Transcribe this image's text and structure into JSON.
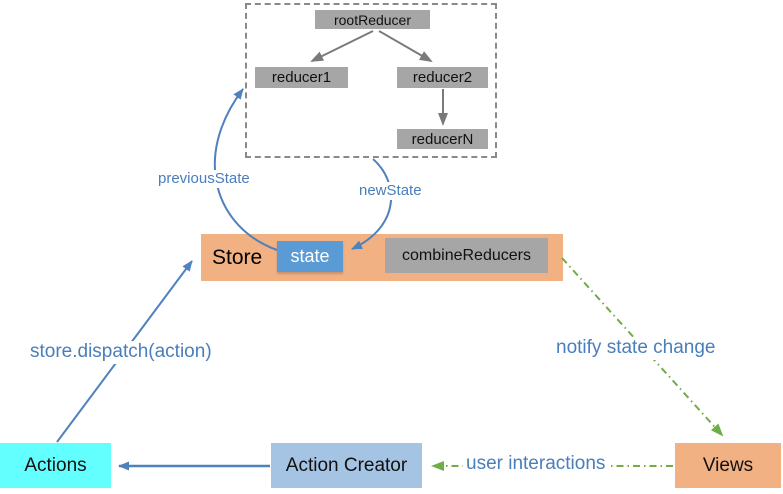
{
  "reducer_panel": {
    "root": "rootReducer",
    "reducer1": "reducer1",
    "reducer2": "reducer2",
    "reducerN": "reducerN"
  },
  "store": {
    "label": "Store",
    "state": "state",
    "combine_reducers": "combineReducers"
  },
  "nodes": {
    "actions": "Actions",
    "action_creator": "Action Creator",
    "views": "Views"
  },
  "labels": {
    "previous_state": "previousState",
    "new_state": "newState",
    "dispatch": "store.dispatch(action)",
    "notify_state_change": "notify state change",
    "user_interactions": "user interactions"
  },
  "connections": [
    {
      "from": "rootReducer",
      "to": "reducer1",
      "style": "solid-gray"
    },
    {
      "from": "rootReducer",
      "to": "reducer2",
      "style": "solid-gray"
    },
    {
      "from": "reducer2",
      "to": "reducerN",
      "style": "solid-gray"
    },
    {
      "from": "state",
      "to": "reducers",
      "label": "previousState",
      "style": "solid-blue-curve"
    },
    {
      "from": "reducers",
      "to": "state",
      "label": "newState",
      "style": "solid-blue-curve"
    },
    {
      "from": "Actions",
      "to": "Store",
      "label": "store.dispatch(action)",
      "style": "solid-blue"
    },
    {
      "from": "Action Creator",
      "to": "Actions",
      "style": "solid-blue"
    },
    {
      "from": "Views",
      "to": "Action Creator",
      "label": "user interactions",
      "style": "dashdot-green"
    },
    {
      "from": "Store",
      "to": "Views",
      "label": "notify state change",
      "style": "dashdot-green"
    }
  ],
  "colors": {
    "store_bg": "#f2b183",
    "views_bg": "#f2b183",
    "state_bg": "#5b9bd5",
    "gray_box_bg": "#a6a6a6",
    "actions_bg": "#63ffff",
    "action_creator_bg": "#a5c3e3",
    "blue_accent": "#4f81bd",
    "blue_label": "#4a7ebb",
    "green_accent": "#70ad47",
    "gray_arrow": "#7a7a7a",
    "dashed_border": "#8a8a8a"
  }
}
